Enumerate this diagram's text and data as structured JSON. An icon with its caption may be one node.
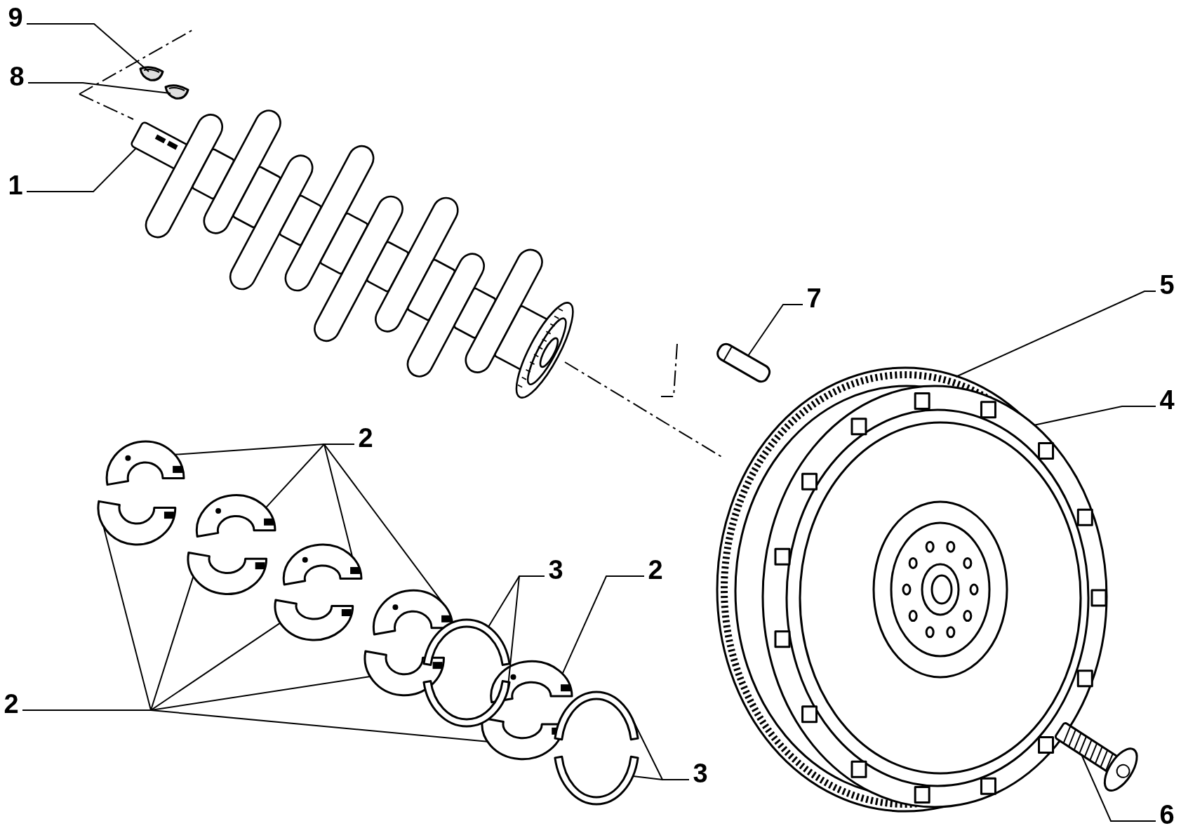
{
  "diagram": {
    "nodes": [
      {
        "text": [
          "9"
        ]
      },
      {
        "text": [
          "8"
        ]
      },
      {
        "text": [
          "1"
        ]
      },
      {
        "text": [
          "7"
        ]
      },
      {
        "text": [
          "5"
        ]
      },
      {
        "text": [
          "2"
        ]
      },
      {
        "text": [
          "4"
        ]
      },
      {
        "text": [
          "3"
        ]
      },
      {
        "text": [
          "2"
        ]
      },
      {
        "text": [
          "2"
        ]
      },
      {
        "text": [
          "3"
        ]
      },
      {
        "text": [
          "6"
        ]
      },
      {
        "text": [],
        "shape": "picture"
      },
      {
        "text": [],
        "shape": "picture"
      },
      {
        "text": [],
        "shape": "picture"
      },
      {
        "text": [],
        "shape": "picture"
      },
      {
        "text": [],
        "shape": "picture"
      },
      {
        "text": [],
        "shape": "picture",
        "in": 16
      },
      {
        "text": [],
        "shape": "picture"
      },
      {
        "text": [],
        "shape": "picture"
      },
      {
        "text": [],
        "shape": "picture"
      },
      {
        "text": [],
        "shape": "picture"
      },
      {
        "text": [],
        "shape": "picture"
      },
      {
        "text": [],
        "shape": "picture"
      },
      {
        "text": [],
        "shape": "picture"
      },
      {
        "text": [],
        "shape": "picture"
      },
      {
        "text": [],
        "shape": "picture"
      },
      {
        "text": [],
        "shape": "picture"
      }
    ],
    "edges": [
      {
        "from": 0,
        "to": 12,
        "arrow": "none"
      },
      {
        "from": 1,
        "to": 13,
        "arrow": "none"
      },
      {
        "from": 2,
        "to": 14,
        "arrow": "none"
      },
      {
        "from": 3,
        "to": 15,
        "arrow": "none"
      },
      {
        "from": 4,
        "to": 16,
        "arrow": "none"
      },
      {
        "from": 6,
        "to": 17,
        "arrow": "none"
      },
      {
        "from": 11,
        "to": 18,
        "arrow": "none"
      },
      {
        "from": 5,
        "to": 19,
        "arrow": "none"
      },
      {
        "from": 5,
        "to": 20,
        "arrow": "none"
      },
      {
        "from": 5,
        "to": 21,
        "arrow": "none"
      },
      {
        "from": 5,
        "to": 22,
        "arrow": "none"
      },
      {
        "from": 8,
        "to": 23,
        "arrow": "none"
      },
      {
        "from": 9,
        "to": 19,
        "arrow": "none"
      },
      {
        "from": 9,
        "to": 20,
        "arrow": "none"
      },
      {
        "from": 9,
        "to": 21,
        "arrow": "none"
      },
      {
        "from": 9,
        "to": 22,
        "arrow": "none"
      },
      {
        "from": 9,
        "to": 23,
        "arrow": "none"
      },
      {
        "from": 7,
        "to": 24,
        "arrow": "none"
      },
      {
        "from": 7,
        "to": 25,
        "arrow": "none"
      },
      {
        "from": 10,
        "to": 26,
        "arrow": "none"
      },
      {
        "from": 10,
        "to": 27,
        "arrow": "none"
      }
    ]
  }
}
